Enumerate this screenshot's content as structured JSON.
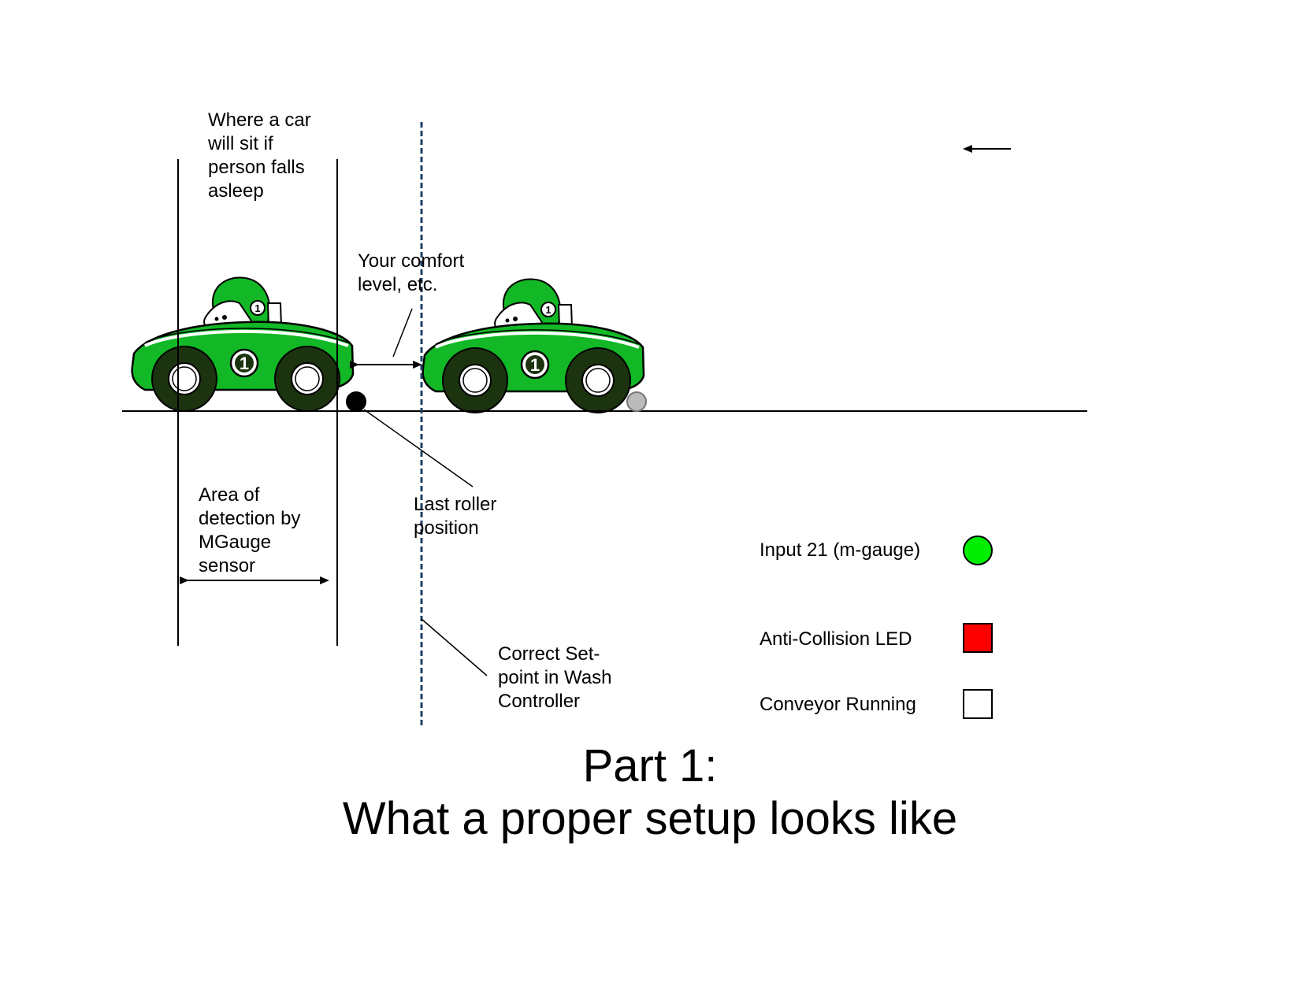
{
  "labels": {
    "asleep_area": "Where a car\nwill sit if\nperson falls\nasleep",
    "comfort": "Your comfort\nlevel, etc.",
    "detection": "Area of\ndetection by\nMGauge\nsensor",
    "last_roller": "Last roller\nposition",
    "setpoint": "Correct Set-\npoint in Wash\nController"
  },
  "car_number": "1",
  "legend": {
    "items": [
      {
        "label": "Input 21 (m-gauge)",
        "shape": "circle",
        "color": "#00ee00"
      },
      {
        "label": "Anti-Collision LED",
        "shape": "square",
        "color": "#ff0000"
      },
      {
        "label": "Conveyor Running",
        "shape": "square",
        "color": "#ffffff"
      }
    ]
  },
  "title": {
    "line1": "Part 1:",
    "line2": "What a proper setup looks like"
  },
  "colors": {
    "car_body": "#12b825",
    "car_dark": "#1c3310",
    "setpoint_line": "#1f3f66",
    "roller_active": "#000000",
    "roller_inactive": "#bbbbbb"
  }
}
